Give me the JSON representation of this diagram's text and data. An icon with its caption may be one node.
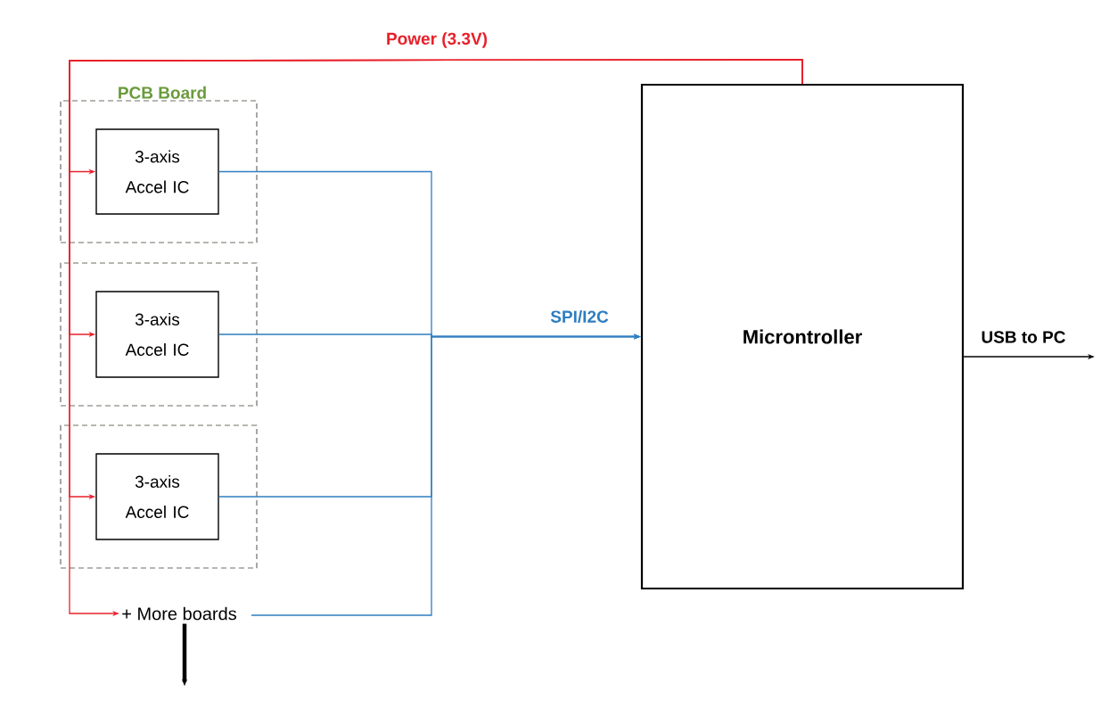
{
  "diagram": {
    "nodes": [
      {
        "text": [
          "PCB Board"
        ]
      },
      {
        "text": [
          "3-axis Accel IC"
        ],
        "in": 0
      },
      {
        "text": [],
        "shape": "box"
      },
      {
        "text": [
          "3-axis Accel IC"
        ],
        "in": 2
      },
      {
        "text": [],
        "shape": "box"
      },
      {
        "text": [
          "3-axis Accel IC"
        ],
        "in": 4
      },
      {
        "text": [
          "+ More boards"
        ]
      },
      {
        "text": [
          "Microntroller"
        ]
      }
    ],
    "edges": [
      {
        "from": 7,
        "to": 1,
        "arrow": "to",
        "color": "#e8202a",
        "label": "Power (3.3V)"
      },
      {
        "from": 7,
        "to": 3,
        "arrow": "to",
        "color": "#e8202a"
      },
      {
        "from": 7,
        "to": 5,
        "arrow": "to",
        "color": "#e8202a"
      },
      {
        "from": 7,
        "to": 6,
        "arrow": "to",
        "color": "#e8202a"
      },
      {
        "from": 1,
        "to": 7,
        "arrow": "to",
        "color": "#2e7dc0",
        "label": "SPI/I2C"
      },
      {
        "from": 3,
        "to": 7,
        "arrow": "to",
        "color": "#2e7dc0"
      },
      {
        "from": 5,
        "to": 7,
        "arrow": "to",
        "color": "#2e7dc0"
      },
      {
        "from": 6,
        "to": 7,
        "arrow": "to",
        "color": "#2e7dc0"
      },
      {
        "from": 7,
        "to": null,
        "arrow": "to",
        "color": "#000000",
        "label": "USB to PC"
      },
      {
        "from": 6,
        "to": null,
        "arrow": "to",
        "color": "#000000",
        "style": "thick"
      }
    ]
  }
}
